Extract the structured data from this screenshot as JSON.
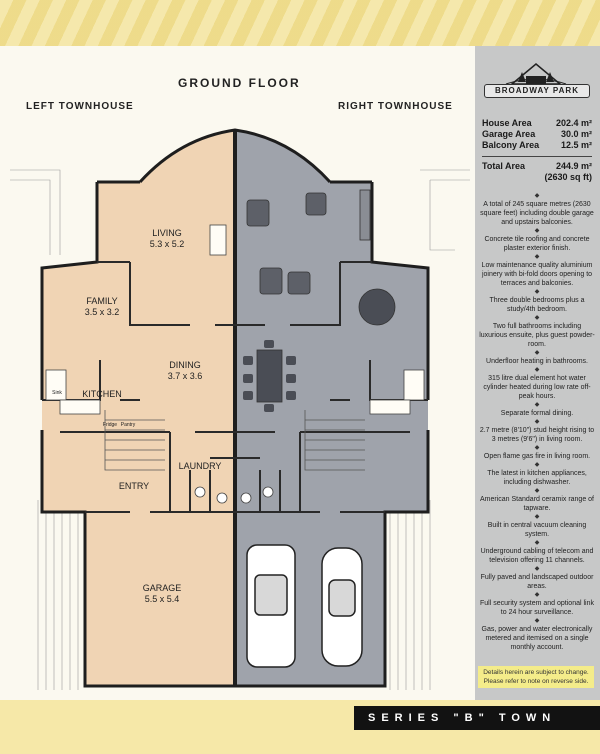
{
  "headings": {
    "ground_floor": "GROUND FLOOR",
    "left_townhouse": "LEFT TOWNHOUSE",
    "right_townhouse": "RIGHT TOWNHOUSE"
  },
  "brand": {
    "name": "BROADWAY PARK"
  },
  "rooms": {
    "living": {
      "name": "LIVING",
      "size": "5.3 x 5.2"
    },
    "family": {
      "name": "FAMILY",
      "size": "3.5 x 3.2"
    },
    "dining": {
      "name": "DINING",
      "size": "3.7 x 3.6"
    },
    "kitchen": {
      "name": "KITCHEN"
    },
    "laundry": {
      "name": "LAUNDRY"
    },
    "entry": {
      "name": "ENTRY"
    },
    "garage": {
      "name": "GARAGE",
      "size": "5.5 x 5.4"
    },
    "fridge": "Fridge",
    "pantry": "Pantry",
    "sink": "Sink"
  },
  "areas": {
    "rows": [
      {
        "label": "House Area",
        "value": "202.4 m²"
      },
      {
        "label": "Garage Area",
        "value": "30.0 m²"
      },
      {
        "label": "Balcony Area",
        "value": "12.5 m²"
      }
    ],
    "total_label": "Total Area",
    "total_value": "244.9 m²",
    "total_sqft": "(2630 sq ft)"
  },
  "features": [
    "A total of 245 square metres (2630 square feet) including double garage and upstairs balconies.",
    "Concrete tile roofing and concrete plaster exterior finish.",
    "Low maintenance quality aluminium joinery with bi-fold doors opening to terraces and balconies.",
    "Three double bedrooms plus a study/4th bedroom.",
    "Two full bathrooms including luxurious ensuite, plus guest powder-room.",
    "Underfloor heating in bathrooms.",
    "315 litre dual element hot water cylinder heated during low rate off-peak hours.",
    "Separate formal dining.",
    "2.7 metre (8'10\") stud height rising to 3 metres (9'6\") in living room.",
    "Open flame gas fire in living room.",
    "The latest in kitchen appliances, including dishwasher.",
    "American Standard ceramix range of tapware.",
    "Built in central vacuum cleaning system.",
    "Underground cabling of telecom and television offering 11 channels.",
    "Fully paved and landscaped outdoor areas.",
    "Full security system and optional link to 24 hour surveillance.",
    "Gas, power and water electronically metered and itemised on a single monthly account."
  ],
  "notice": "Details herein are subject to change. Please refer to note on reverse side.",
  "series_banner": "SERIES \"B\" TOWN",
  "colors": {
    "left_unit": "#f0d4b4",
    "right_unit": "#9fa3ab",
    "sidebar": "#c7c8c8",
    "banner": "#f3e39a"
  }
}
